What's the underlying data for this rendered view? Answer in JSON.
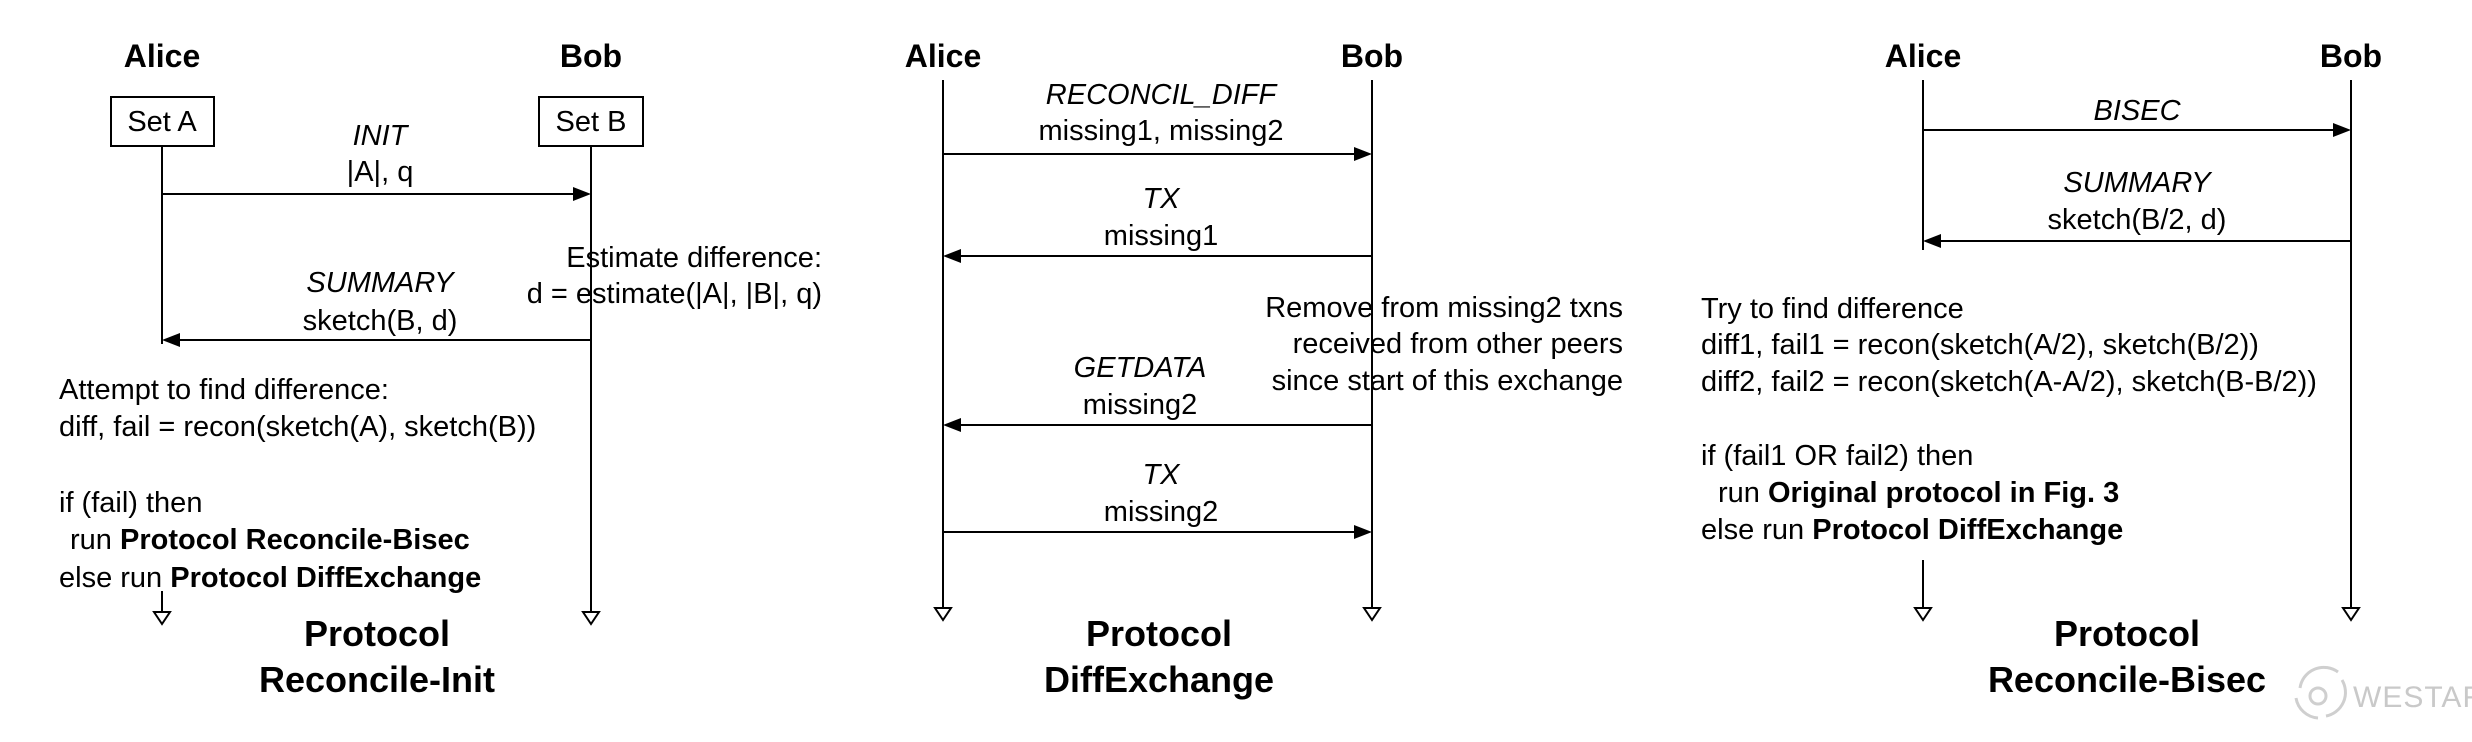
{
  "panels": [
    {
      "alice": "Alice",
      "bob": "Bob",
      "set_a": "Set A",
      "set_b": "Set B",
      "init_name": "INIT",
      "init_args": "|A|, q",
      "estimate_l1": "Estimate difference:",
      "estimate_l2": "d = estimate(|A|, |B|, q)",
      "summary_name": "SUMMARY",
      "summary_args": "sketch(B, d)",
      "note_l1": "Attempt to find difference:",
      "note_l2": "diff, fail = recon(sketch(A), sketch(B))",
      "note_l3a": "if (fail) then",
      "note_l4a": "run ",
      "note_l4b": "Protocol Reconcile-Bisec",
      "note_l5a": "else run ",
      "note_l5b": "Protocol DiffExchange",
      "title_l1": "Protocol",
      "title_l2": "Reconcile-Init"
    },
    {
      "alice": "Alice",
      "bob": "Bob",
      "m1_name": "RECONCIL_DIFF",
      "m1_args": "missing1, missing2",
      "m2_name": "TX",
      "m2_args": "missing1",
      "note_l1": "Remove from missing2 txns",
      "note_l2": "received from other peers",
      "note_l3": "since start of this exchange",
      "m3_name": "GETDATA",
      "m3_args": "missing2",
      "m4_name": "TX",
      "m4_args": "missing2",
      "title_l1": "Protocol",
      "title_l2": "DiffExchange"
    },
    {
      "alice": "Alice",
      "bob": "Bob",
      "m1_name": "BISEC",
      "m2_name": "SUMMARY",
      "m2_args": "sketch(B/2, d)",
      "note_l1": "Try to find difference",
      "note_l2": "diff1, fail1 = recon(sketch(A/2), sketch(B/2))",
      "note_l3": "diff2, fail2 = recon(sketch(A-A/2), sketch(B-B/2))",
      "note_l4": "if (fail1 OR fail2) then",
      "note_l5a": "run ",
      "note_l5b": "Original protocol in Fig. 3",
      "note_l6a": "else run ",
      "note_l6b": "Protocol DiffExchange",
      "title_l1": "Protocol",
      "title_l2": "Reconcile-Bisec"
    }
  ],
  "watermark": "WESTAR"
}
